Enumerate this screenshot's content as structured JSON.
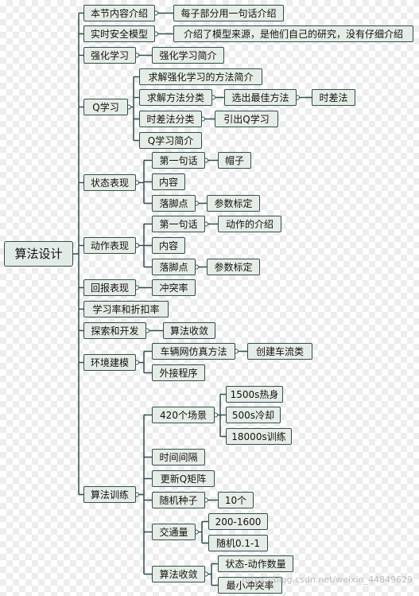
{
  "mindmap": {
    "root": "算法设计",
    "nodes": [
      {
        "id": "n1",
        "parent": "root",
        "text": "本节内容介绍"
      },
      {
        "id": "n1a",
        "parent": "n1",
        "text": "每子部分用一句话介绍"
      },
      {
        "id": "n2",
        "parent": "root",
        "text": "实时安全模型"
      },
      {
        "id": "n2a",
        "parent": "n2",
        "text": "介绍了模型来源，是他们自己的研究，没有仔细介绍"
      },
      {
        "id": "n3",
        "parent": "root",
        "text": "强化学习"
      },
      {
        "id": "n3a",
        "parent": "n3",
        "text": "强化学习简介"
      },
      {
        "id": "n4",
        "parent": "root",
        "text": "Q学习"
      },
      {
        "id": "n4a",
        "parent": "n4",
        "text": "求解强化学习的方法简介"
      },
      {
        "id": "n4b",
        "parent": "n4",
        "text": "求解方法分类"
      },
      {
        "id": "n4b1",
        "parent": "n4b",
        "text": "选出最佳方法"
      },
      {
        "id": "n4b1a",
        "parent": "n4b1",
        "text": "时差法"
      },
      {
        "id": "n4c",
        "parent": "n4",
        "text": "时差法分类"
      },
      {
        "id": "n4c1",
        "parent": "n4c",
        "text": "引出Q学习"
      },
      {
        "id": "n4d",
        "parent": "n4",
        "text": "Q学习简介"
      },
      {
        "id": "n5",
        "parent": "root",
        "text": "状态表现"
      },
      {
        "id": "n5a",
        "parent": "n5",
        "text": "第一句话"
      },
      {
        "id": "n5a1",
        "parent": "n5a",
        "text": "帽子"
      },
      {
        "id": "n5b",
        "parent": "n5",
        "text": "内容"
      },
      {
        "id": "n5c",
        "parent": "n5",
        "text": "落脚点"
      },
      {
        "id": "n5c1",
        "parent": "n5c",
        "text": "参数标定"
      },
      {
        "id": "n6",
        "parent": "root",
        "text": "动作表现"
      },
      {
        "id": "n6a",
        "parent": "n6",
        "text": "第一句话"
      },
      {
        "id": "n6a1",
        "parent": "n6a",
        "text": "动作的介绍"
      },
      {
        "id": "n6b",
        "parent": "n6",
        "text": "内容"
      },
      {
        "id": "n6c",
        "parent": "n6",
        "text": "落脚点"
      },
      {
        "id": "n6c1",
        "parent": "n6c",
        "text": "参数标定"
      },
      {
        "id": "n7",
        "parent": "root",
        "text": "回报表现"
      },
      {
        "id": "n7a",
        "parent": "n7",
        "text": "冲突率"
      },
      {
        "id": "n8",
        "parent": "root",
        "text": "学习率和折扣率"
      },
      {
        "id": "n9",
        "parent": "root",
        "text": "探索和开发"
      },
      {
        "id": "n9a",
        "parent": "n9",
        "text": "算法收敛"
      },
      {
        "id": "n10",
        "parent": "root",
        "text": "环境建模"
      },
      {
        "id": "n10a",
        "parent": "n10",
        "text": "车辆网仿真方法"
      },
      {
        "id": "n10a1",
        "parent": "n10a",
        "text": "创建车流类"
      },
      {
        "id": "n10b",
        "parent": "n10",
        "text": "外接程序"
      },
      {
        "id": "n11",
        "parent": "root",
        "text": "算法训练"
      },
      {
        "id": "n11a",
        "parent": "n11",
        "text": "420个场景"
      },
      {
        "id": "n11a1",
        "parent": "n11a",
        "text": "1500s热身"
      },
      {
        "id": "n11a2",
        "parent": "n11a",
        "text": "500s冷却"
      },
      {
        "id": "n11a3",
        "parent": "n11a",
        "text": "18000s训练"
      },
      {
        "id": "n11b",
        "parent": "n11",
        "text": "时间间隔"
      },
      {
        "id": "n11c",
        "parent": "n11",
        "text": "更新Q矩阵"
      },
      {
        "id": "n11d",
        "parent": "n11",
        "text": "随机种子"
      },
      {
        "id": "n11d1",
        "parent": "n11d",
        "text": "10个"
      },
      {
        "id": "n11e",
        "parent": "n11",
        "text": "交通量"
      },
      {
        "id": "n11e1",
        "parent": "n11e",
        "text": "200-1600"
      },
      {
        "id": "n11e2",
        "parent": "n11e",
        "text": "随机0.1-1"
      },
      {
        "id": "n11f",
        "parent": "n11",
        "text": "算法收敛"
      },
      {
        "id": "n11f1",
        "parent": "n11f",
        "text": "状态-动作数量"
      },
      {
        "id": "n11f2",
        "parent": "n11f",
        "text": "最小冲突率"
      }
    ]
  },
  "watermark": "https://blog.csdn.net/weixin_44849629",
  "colors": {
    "line": "#2f4f4f",
    "node_fill": "#e6ece6",
    "background": "#ffffff"
  }
}
